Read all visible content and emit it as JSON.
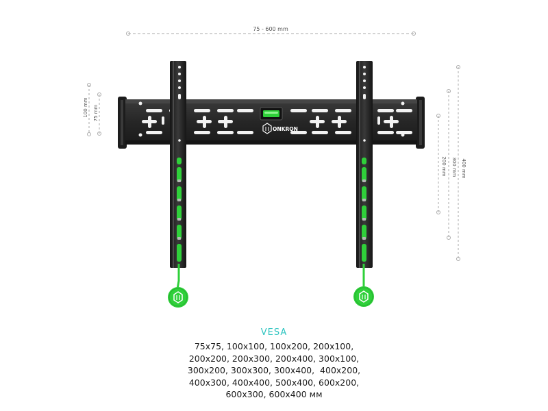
{
  "dimensions": {
    "width_label": "75 - 600 mm",
    "height_100": "100 mm",
    "height_75": "75 mm",
    "height_400": "400 mm",
    "height_300": "300 mm",
    "height_200": "200 mm"
  },
  "brand": {
    "name": "ONKRON"
  },
  "vesa": {
    "title": "VESA",
    "lines": [
      "75x75, 100x100, 100x200, 200x100,",
      "200x200, 200x300, 200x400, 300x100,",
      "300x200, 300x300, 300x400,  400x200,",
      "400x300, 400x400, 500x400, 600x200,",
      "600x300, 600x400 мм"
    ]
  },
  "colors": {
    "accent_green": "#2fd03a",
    "bracket_dark": "#222222",
    "dimension_gray": "#aaaaaa",
    "vesa_title": "#2ec4c0"
  },
  "icons": {
    "knob": "onkron-logo-icon"
  }
}
